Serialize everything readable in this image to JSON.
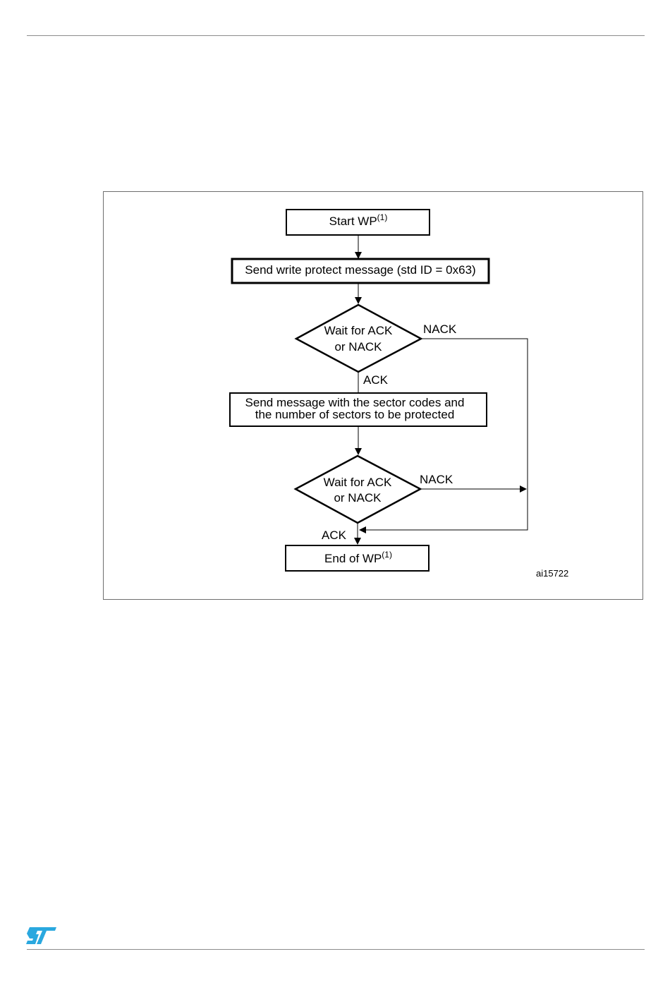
{
  "flowchart": {
    "start": {
      "text": "Start WP",
      "sup": "(1)"
    },
    "step1": {
      "text": "Send write protect message (std ID = 0x63)"
    },
    "decision1": {
      "line1": "Wait for ACK",
      "line2": "or NACK"
    },
    "decision1_nack": "NACK",
    "decision1_ack": "ACK",
    "step2": {
      "line1": "Send message with the sector codes and",
      "line2": "the number of sectors to be protected"
    },
    "decision2": {
      "line1": "Wait for ACK",
      "line2": "or NACK"
    },
    "decision2_nack": "NACK",
    "decision2_ack": "ACK",
    "end": {
      "text": "End of WP",
      "sup": "(1)"
    },
    "figure_id": "ai15722"
  },
  "colors": {
    "logo": "#2aa8df",
    "rule": "#8c8c8c",
    "frame": "#6e6e6e"
  }
}
